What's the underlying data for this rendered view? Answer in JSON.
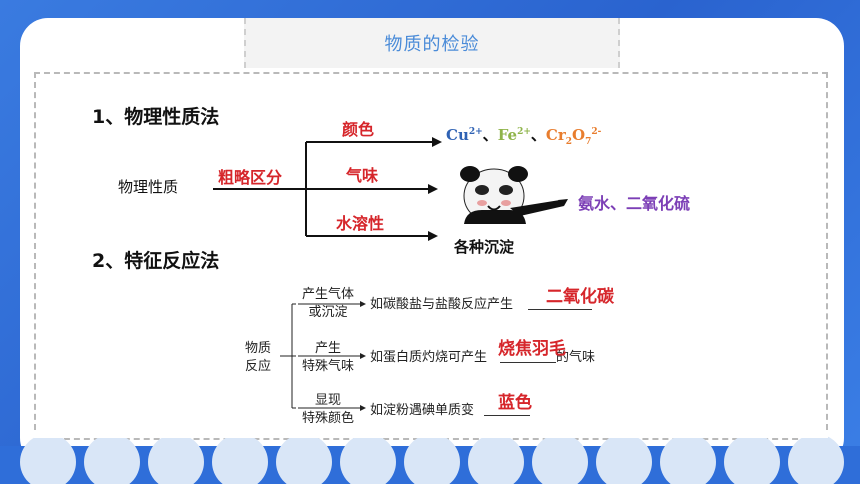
{
  "header": {
    "title": "物质的检验"
  },
  "section1": {
    "heading": "1、物理性质法",
    "root_label": "物理性质",
    "mid_label": "粗略区分",
    "branches": [
      "颜色",
      "气味",
      "水溶性"
    ],
    "ions": [
      {
        "base": "Cu",
        "sup": "2+",
        "color": "#2f62b4"
      },
      {
        "base": "Fe",
        "sup": "2+",
        "color": "#8fb44a"
      },
      {
        "base": "Cr",
        "sub1": "2",
        "mid": "O",
        "sub2": "7",
        "sup": "2-",
        "color": "#e87d2e"
      }
    ],
    "separator": "、",
    "smell_result": "氨水、二氧化硫",
    "smell_color": "#7c3fb6",
    "sediment_label": "各种沉淀"
  },
  "section2": {
    "heading": "2、特征反应法",
    "root": [
      "物质",
      "反应"
    ],
    "rows": [
      {
        "cond": [
          "产生气体",
          "或沉淀"
        ],
        "example": "如碳酸盐与盐酸反应产生",
        "answer": "二氧化碳",
        "suffix": ""
      },
      {
        "cond": [
          "产生",
          "特殊气味"
        ],
        "example": "如蛋白质灼烧可产生",
        "answer": "烧焦羽毛",
        "suffix": "的气味"
      },
      {
        "cond": [
          "显现",
          "特殊颜色"
        ],
        "example": "如淀粉遇碘单质变",
        "answer": "蓝色",
        "suffix": ""
      }
    ]
  },
  "colors": {
    "accent_blue": "#2a6bd6",
    "answer_red": "#d6262b"
  }
}
